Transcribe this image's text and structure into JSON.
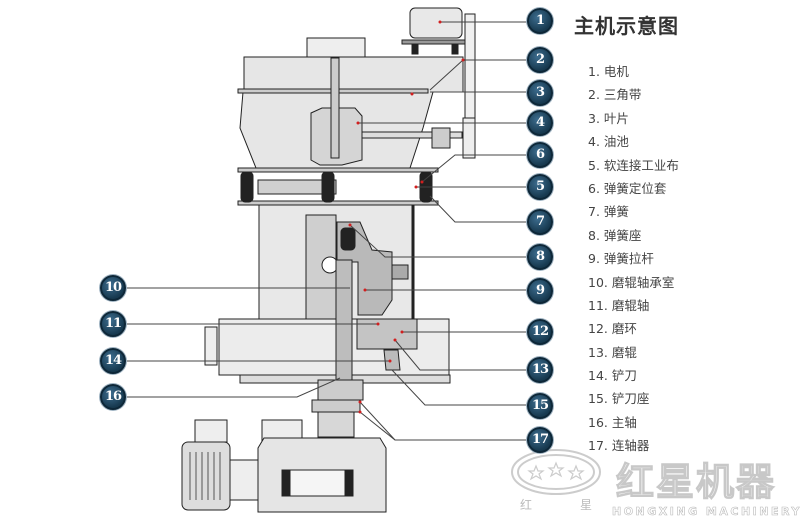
{
  "title": "主机示意图",
  "legend": [
    "1. 电机",
    "2. 三角带",
    "3. 叶片",
    "4. 油池",
    "5. 软连接工业布",
    "6. 弹簧定位套",
    "7. 弹簧",
    "8. 弹簧座",
    "9. 弹簧拉杆",
    "10. 磨辊轴承室",
    "11. 磨辊轴",
    "12. 磨环",
    "13. 磨辊",
    "14. 铲刀",
    "15. 铲刀座",
    "16. 主轴",
    "17. 连轴器"
  ],
  "callouts": [
    "1",
    "2",
    "3",
    "4",
    "5",
    "6",
    "7",
    "8",
    "9",
    "10",
    "11",
    "12",
    "13",
    "14",
    "15",
    "16",
    "17"
  ],
  "logo": {
    "name_cn": "红星机器",
    "name_en": "HONGXING MACHINERY",
    "small_left": "红",
    "small_right": "星"
  },
  "colors": {
    "callout": "#17394f",
    "machine_fill": "#e6e6e6",
    "machine_dark": "#bdbdbd",
    "pointer": "#d21f1f"
  }
}
